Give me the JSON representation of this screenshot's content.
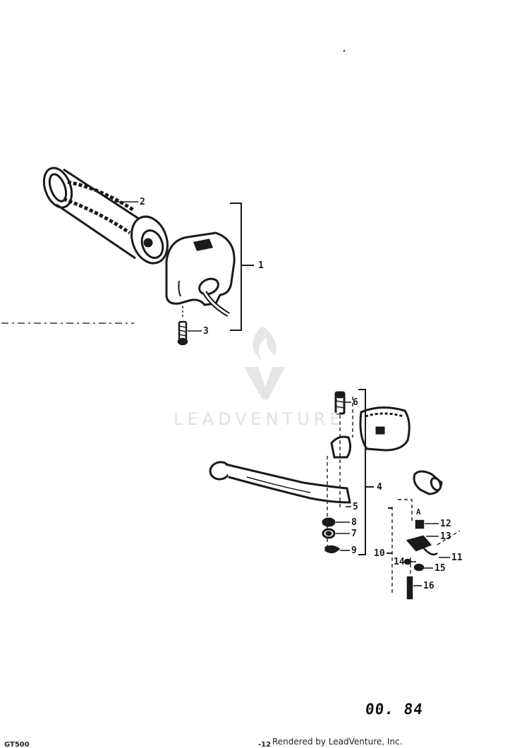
{
  "diagram": {
    "callouts": [
      {
        "id": "1",
        "label": "1"
      },
      {
        "id": "2",
        "label": "2"
      },
      {
        "id": "3",
        "label": "3"
      },
      {
        "id": "4",
        "label": "4"
      },
      {
        "id": "5",
        "label": "5"
      },
      {
        "id": "6",
        "label": "6"
      },
      {
        "id": "7",
        "label": "7"
      },
      {
        "id": "8",
        "label": "8"
      },
      {
        "id": "9",
        "label": "9"
      },
      {
        "id": "10",
        "label": "10"
      },
      {
        "id": "11",
        "label": "11"
      },
      {
        "id": "12",
        "label": "12"
      },
      {
        "id": "13",
        "label": "13"
      },
      {
        "id": "14",
        "label": "14"
      },
      {
        "id": "15",
        "label": "15"
      },
      {
        "id": "16",
        "label": "16"
      }
    ],
    "reference_mark": "A",
    "page_code": "00. 84",
    "footer_left": "GT500",
    "footer_mid": "-12",
    "credit": "Rendered by LeadVenture, Inc.",
    "watermark": "LEADVENTURE"
  },
  "colors": {
    "ink": "#1a1a1a",
    "watermark": "#e1e1e1"
  }
}
